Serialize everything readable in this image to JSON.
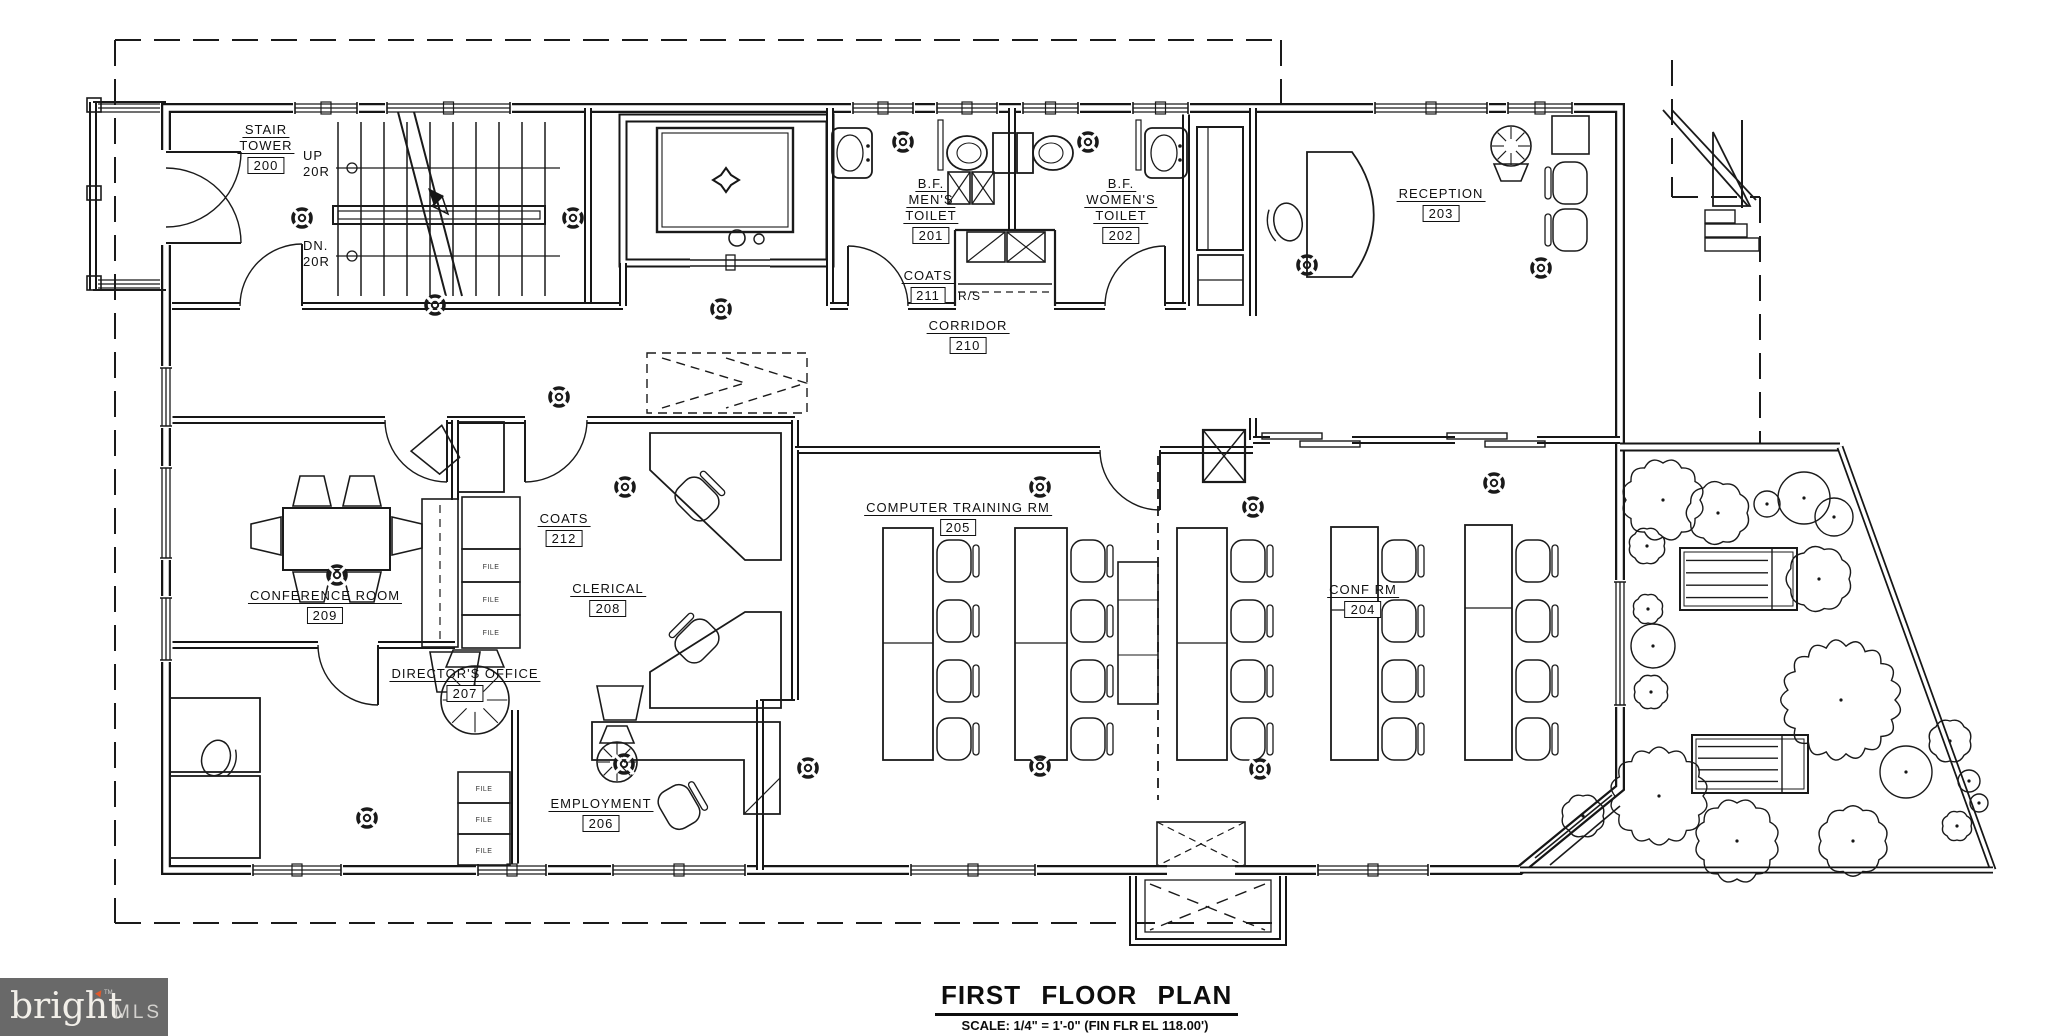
{
  "title_block": {
    "title": "FIRST FLOOR PLAN",
    "scale_note": "SCALE: 1/4\" = 1'-0\"  (FIN FLR EL 118.00')"
  },
  "watermark": {
    "brand": "bright",
    "tm": "TM",
    "suffix": "MLS"
  },
  "stair_notes": {
    "up": "UP",
    "up_risers": "20R",
    "down": "DN.",
    "down_risers": "20R"
  },
  "closet_note": "R/S",
  "cabinet_label": "FILE",
  "rooms": [
    {
      "id": "stair-tower",
      "lines": [
        "STAIR",
        "TOWER"
      ],
      "number": "200"
    },
    {
      "id": "mens-toilet",
      "lines": [
        "B.F.",
        "MEN'S",
        "TOILET"
      ],
      "number": "201"
    },
    {
      "id": "womens-toilet",
      "lines": [
        "B.F.",
        "WOMEN'S",
        "TOILET"
      ],
      "number": "202"
    },
    {
      "id": "reception",
      "lines": [
        "RECEPTION"
      ],
      "number": "203"
    },
    {
      "id": "conf-rm",
      "lines": [
        "CONF RM"
      ],
      "number": "204"
    },
    {
      "id": "computer-training-rm",
      "lines": [
        "COMPUTER TRAINING RM"
      ],
      "number": "205"
    },
    {
      "id": "employment",
      "lines": [
        "EMPLOYMENT"
      ],
      "number": "206"
    },
    {
      "id": "directors-office",
      "lines": [
        "DIRECTOR'S OFFICE"
      ],
      "number": "207"
    },
    {
      "id": "clerical",
      "lines": [
        "CLERICAL"
      ],
      "number": "208"
    },
    {
      "id": "conference-room",
      "lines": [
        "CONFERENCE ROOM"
      ],
      "number": "209"
    },
    {
      "id": "corridor",
      "lines": [
        "CORRIDOR"
      ],
      "number": "210"
    },
    {
      "id": "coats-hall",
      "lines": [
        "COATS"
      ],
      "number": "211"
    },
    {
      "id": "coats-office",
      "lines": [
        "COATS"
      ],
      "number": "212"
    }
  ],
  "colors": {
    "ink": "#161616",
    "paper": "#ffffff",
    "logo_bg": "#696969",
    "logo_text": "#f2efe9",
    "logo_mls": "#d4d2cf",
    "logo_flame": "#e0592a"
  }
}
